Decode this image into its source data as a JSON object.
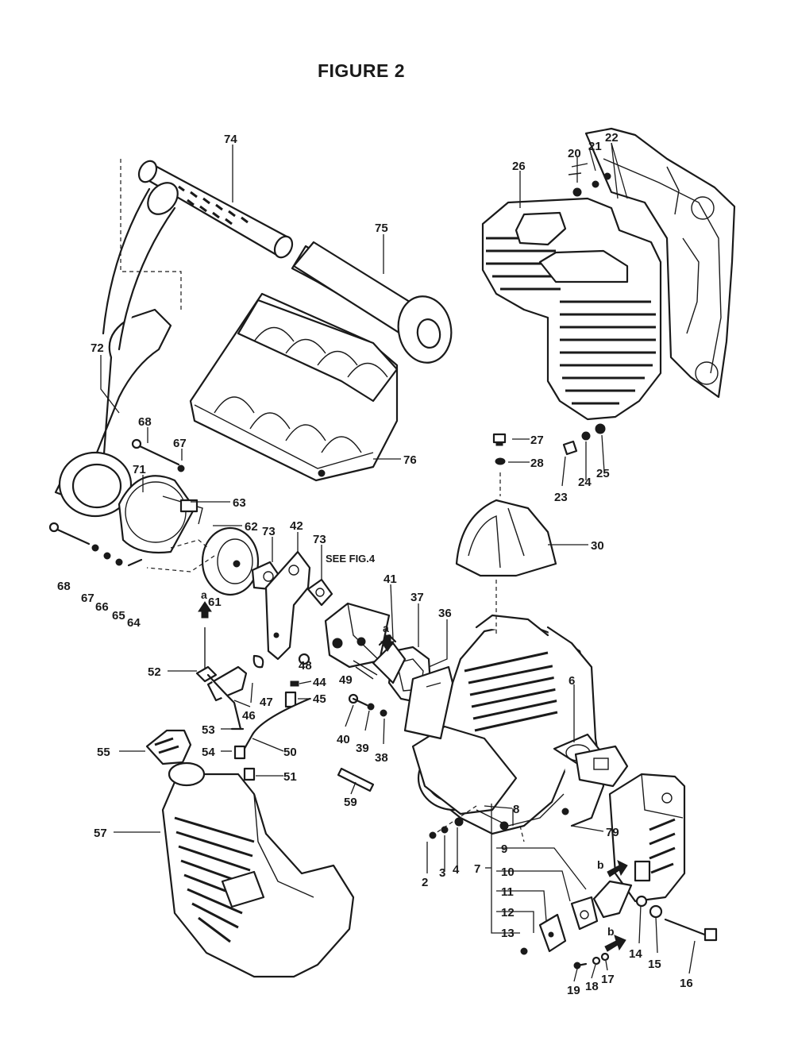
{
  "figure": {
    "title": "FIGURE 2",
    "note": "SEE FIG.4"
  },
  "callouts": {
    "c2": "2",
    "c3": "3",
    "c4": "4",
    "c6": "6",
    "c7": "7",
    "c8": "8",
    "c9": "9",
    "c10": "10",
    "c11": "11",
    "c12": "12",
    "c13": "13",
    "c14": "14",
    "c15": "15",
    "c16": "16",
    "c17": "17",
    "c18": "18",
    "c19": "19",
    "c20": "20",
    "c21": "21",
    "c22": "22",
    "c23": "23",
    "c24": "24",
    "c25": "25",
    "c26": "26",
    "c27": "27",
    "c28": "28",
    "c30": "30",
    "c36": "36",
    "c37": "37",
    "c38": "38",
    "c39": "39",
    "c40": "40",
    "c41": "41",
    "c42": "42",
    "c44": "44",
    "c45": "45",
    "c46": "46",
    "c47": "47",
    "c48": "48",
    "c49": "49",
    "c50": "50",
    "c51": "51",
    "c52": "52",
    "c53": "53",
    "c54": "54",
    "c55": "55",
    "c57": "57",
    "c59": "59",
    "c61": "61",
    "c62": "62",
    "c63": "63",
    "c64": "64",
    "c65": "65",
    "c66": "66",
    "c67": "67",
    "c68": "68",
    "c71": "71",
    "c72": "72",
    "c73": "73",
    "c74": "74",
    "c75": "75",
    "c76": "76",
    "c79": "79"
  },
  "arrow_letters": {
    "a": "a",
    "b": "b"
  }
}
